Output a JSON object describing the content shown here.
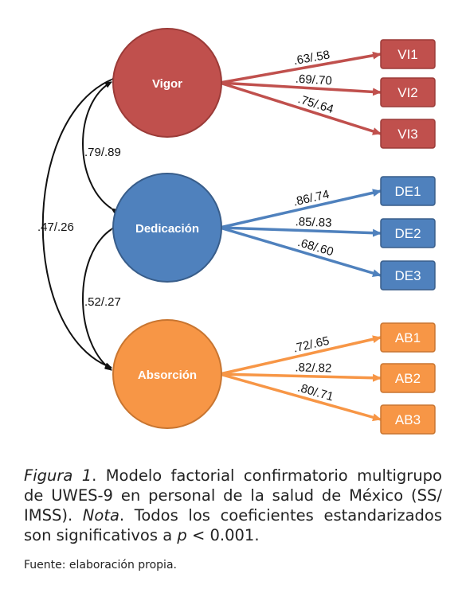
{
  "diagram": {
    "factors": [
      {
        "id": "vigor",
        "label": "Vigor",
        "color": "#c0504d",
        "stroke": "#9b3b38"
      },
      {
        "id": "dedicacion",
        "label": "Dedicación",
        "color": "#4f81bd",
        "stroke": "#385d8a"
      },
      {
        "id": "absorcion",
        "label": "Absorción",
        "color": "#f79646",
        "stroke": "#c87530"
      }
    ],
    "items": [
      {
        "id": "VI1",
        "label": "VI1",
        "factor": "vigor",
        "loading": ".63/.58"
      },
      {
        "id": "VI2",
        "label": "VI2",
        "factor": "vigor",
        "loading": ".69/.70"
      },
      {
        "id": "VI3",
        "label": "VI3",
        "factor": "vigor",
        "loading": ".75/.64"
      },
      {
        "id": "DE1",
        "label": "DE1",
        "factor": "dedicacion",
        "loading": ".86/.74"
      },
      {
        "id": "DE2",
        "label": "DE2",
        "factor": "dedicacion",
        "loading": ".85/.83"
      },
      {
        "id": "DE3",
        "label": "DE3",
        "factor": "dedicacion",
        "loading": ".68/.60"
      },
      {
        "id": "AB1",
        "label": "AB1",
        "factor": "absorcion",
        "loading": ".72/.65"
      },
      {
        "id": "AB2",
        "label": "AB2",
        "factor": "absorcion",
        "loading": ".82/.82"
      },
      {
        "id": "AB3",
        "label": "AB3",
        "factor": "absorcion",
        "loading": ".80/.71"
      }
    ],
    "correlations": [
      {
        "from": "vigor",
        "to": "dedicacion",
        "value": ".79/.89"
      },
      {
        "from": "dedicacion",
        "to": "absorcion",
        "value": ".52/.27"
      },
      {
        "from": "vigor",
        "to": "absorcion",
        "value": ".47/.26"
      }
    ]
  },
  "caption": {
    "figure_label": "Figura 1",
    "text_1": ". Modelo factorial confirmatorio multigrupo de UWES-9 en personal de la salud de México (SS/ IMSS). ",
    "nota_label": "Nota",
    "text_2": ". Todos los coeficientes estandarizados son significativos a ",
    "p_symbol": "p",
    "text_3": " < 0.001."
  },
  "source": "Fuente: elaboración propia."
}
